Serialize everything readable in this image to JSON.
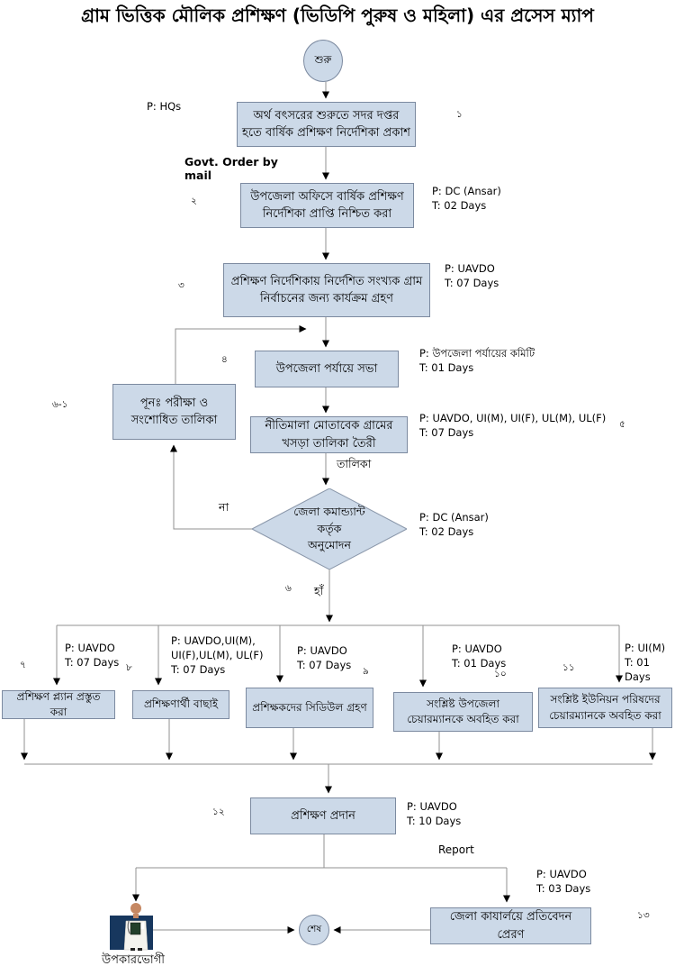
{
  "title": "গ্রাম ভিত্তিক মৌলিক প্রশিক্ষণ (ভিডিপি পুরুষ ও মহিলা) এর প্রসেস ম্যাপ",
  "start_label": "শুরু",
  "end_label": "শেষ",
  "edge_labels": {
    "govt_order": "Govt. Order by\nmail",
    "talika": "তালিকা",
    "no": "না",
    "yes": "হাঁ",
    "report": "Report"
  },
  "steps": {
    "s1": {
      "num": "১",
      "text": "অর্থ বৎসরের শুরুতে সদর দপ্তর হতে বার্ষিক প্রশিক্ষণ নির্দেশিকা প্রকাশ",
      "meta": "P: HQs"
    },
    "s2": {
      "num": "২",
      "text": "উপজেলা অফিসে বার্ষিক প্রশিক্ষণ নির্দেশিকা প্রাপ্তি নিশ্চিত করা",
      "meta": "P: DC (Ansar)\nT: 02 Days"
    },
    "s3": {
      "num": "৩",
      "text": "প্রশিক্ষণ নির্দেশিকায় নির্দেশিত সংখ্যক গ্রাম নির্বাচনের জন্য কার্যক্রম গ্রহণ",
      "meta": "P: UAVDO\nT: 07 Days"
    },
    "s4": {
      "num": "৪",
      "text": "উপজেলা পর্যায়ে  সভা",
      "meta": "P: উপজেলা পর্যায়ের কমিটি\nT: 01 Days"
    },
    "s5": {
      "num": "৫",
      "text": "নীতিমালা মোতাবেক গ্রামের খসড়া তালিকা তৈরী",
      "meta": "P: UAVDO, UI(M), UI(F), UL(M), UL(F)\nT: 07 Days"
    },
    "revision": {
      "num": "৬-১",
      "text": "পূনঃ পরীক্ষা ও সংশোধিত তালিকা"
    },
    "decision": {
      "num": "৬",
      "text": "জেলা কমান্ড্যান্ট\nকর্তৃক\nঅনুমোদন",
      "meta": "P: DC (Ansar)\nT: 02 Days"
    },
    "s7": {
      "num": "৭",
      "text": "প্রশিক্ষণ প্ল্যান প্রস্তুত করা",
      "meta": "P: UAVDO\nT: 07 Days"
    },
    "s8": {
      "num": "৮",
      "text": "প্রশিক্ষণার্থী বাছাই",
      "meta": "P:   UAVDO,UI(M),\nUI(F),UL(M), UL(F)\nT: 07 Days"
    },
    "s9": {
      "num": "৯",
      "text": "প্রশিক্ষকদের সিডিউল গ্রহণ",
      "meta": "P: UAVDO\nT: 07 Days"
    },
    "s10": {
      "num": "১০",
      "text": "সংশ্লিষ্ট উপজেলা চেয়ারম্যানকে অবহিত করা",
      "meta": "P: UAVDO\nT: 01 Days"
    },
    "s11": {
      "num": "১১",
      "text": "সংশ্লিষ্ট ইউনিয়ন পরিষদের চেয়ারম্যানকে অবহিত করা",
      "meta": "P: UI(M)\nT: 01 Days"
    },
    "s12": {
      "num": "১২",
      "text": "প্রশিক্ষণ প্রদান",
      "meta": "P: UAVDO\nT: 10 Days"
    },
    "s13": {
      "num": "১৩",
      "text": "জেলা কাযার্লয়ে প্রতিবেদন প্রেরণ",
      "meta": "P: UAVDO\nT: 03 Days"
    }
  },
  "beneficiary_label": "উপকারভোগী",
  "colors": {
    "box_fill": "#ccd9e8",
    "box_border": "#7c8aa0",
    "line": "#909090",
    "arrow": "#000000"
  }
}
